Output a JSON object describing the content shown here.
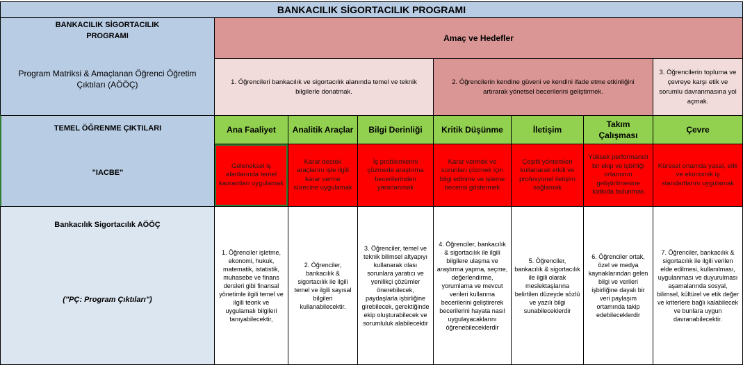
{
  "title": "BANKACILIK SİGORTACILIK PROGRAMI",
  "left": {
    "program_name_l1": "BANKACILIK SİGORTACILIK",
    "program_name_l2": "PROGRAMI",
    "matrix_l1": "Program Matriksi & Amaçlanan Öğrenci Öğretim",
    "matrix_l2": "Çıktıları (AÖÖÇ)",
    "temel": "TEMEL ÖĞRENME ÇIKTILARI",
    "iacbe": "\"IACBE\"",
    "aooc": "Bankacılık Sigortacılık AÖÖÇ",
    "pc": "(\"PÇ: Program Çıktıları\")"
  },
  "goals_header": "Amaç ve Hedefler",
  "goals": [
    "1. Öğrencileri bankacılık ve sigortacılık alanında temel ve teknik bilgilerle donatmak.",
    "2. Öğrencilerin kendine güveni ve kendini ifade etme etkinliğini artırarak yönetsel becerilerini geliştirmek.",
    "3. Öğrencilerin topluma ve çevreye karşı etik ve sorumlu davranmasına yol açmak."
  ],
  "outcomes": [
    {
      "header": "Ana Faaliyet",
      "desc": "Geleneksel iş alanlarında temel kavramları uygulamak"
    },
    {
      "header": "Analitik Araçlar",
      "desc": "Karar destek araçlarını işle ilgili karar verme sürecine uygulamak"
    },
    {
      "header": "Bilgi Derinliği",
      "desc": "İş problemlerini çözmede araştırma becerilerinden yararlanmak"
    },
    {
      "header": "Kritik Düşünme",
      "desc": "Karar vermek ve sorunları çözmek için bilgi edinme ve işleme becerisi göstermek"
    },
    {
      "header": "İletişim",
      "desc": "Çeşitli yöntemleri kullanarak etkili ve profesyonel iletişim sağlamak"
    },
    {
      "header": "Takım Çalışması",
      "desc": "Yüksek performanslı bir ekip ve işbirliği ortamının geliştirilmesine katkıda bulunmak"
    },
    {
      "header": "Çevre",
      "desc": "Küresel ortamda yasal, etik ve ekonomik iş standartlarını uygulamak"
    }
  ],
  "aooc": [
    "1. Öğrenciler işletme, ekonomi, hukuk, matematik, istatistik, muhasebe ve finans dersleri gibi finansal yönetimle ilgili temel ve ilgili teorik ve uygulamalı bilgileri tanıyabilecektir,",
    "2. Öğrenciler, bankacılık & sigortacılık ile ilgili temel ve ilgili sayısal bilgileri kullanabilecektir.",
    "3. Öğrenciler, temel ve teknik bilimsel altyapıyı kullanarak olası sorunlara yaratıcı ve yenilikçi çözümler önerebilecek, paydaşlarla işbirliğine girebilecek, gerektiğinde ekip oluşturabilecek ve sorumluluk alabilecektir",
    "4. Öğrenciler, bankacılık & sigortacılık ile ilgili bilgilere ulaşma ve araştırma yapma, seçme, değerlendirme, yorumlama ve mevcut verileri kullanma becerilerini geliştirerek becerilerini hayata nasıl uygulayacaklarını öğrenebileceklerdir",
    "5. Öğrenciler, bankacılık & sigortacılık ile ilgili olarak meslektaşlarına belirtilen düzeyde sözlü ve yazılı bilgi sunabileceklerdir",
    "6. Öğrenciler ortak, özel ve medya kaynaklarından gelen bilgi ve verileri işbirliğine dayalı bir veri paylaşım ortamında takip edebileceklerdir",
    "7. Öğrenciler, bankacılık & sigortacılık ile ilgili verilen elde edilmesi, kullanılması, uygulanması ve duyurulması aşamalarında sosyal, bilimsel, kültürel ve etik değer ve kriterlere bağlı kalabilecek ve bunlara uygun davranabilecektir."
  ]
}
